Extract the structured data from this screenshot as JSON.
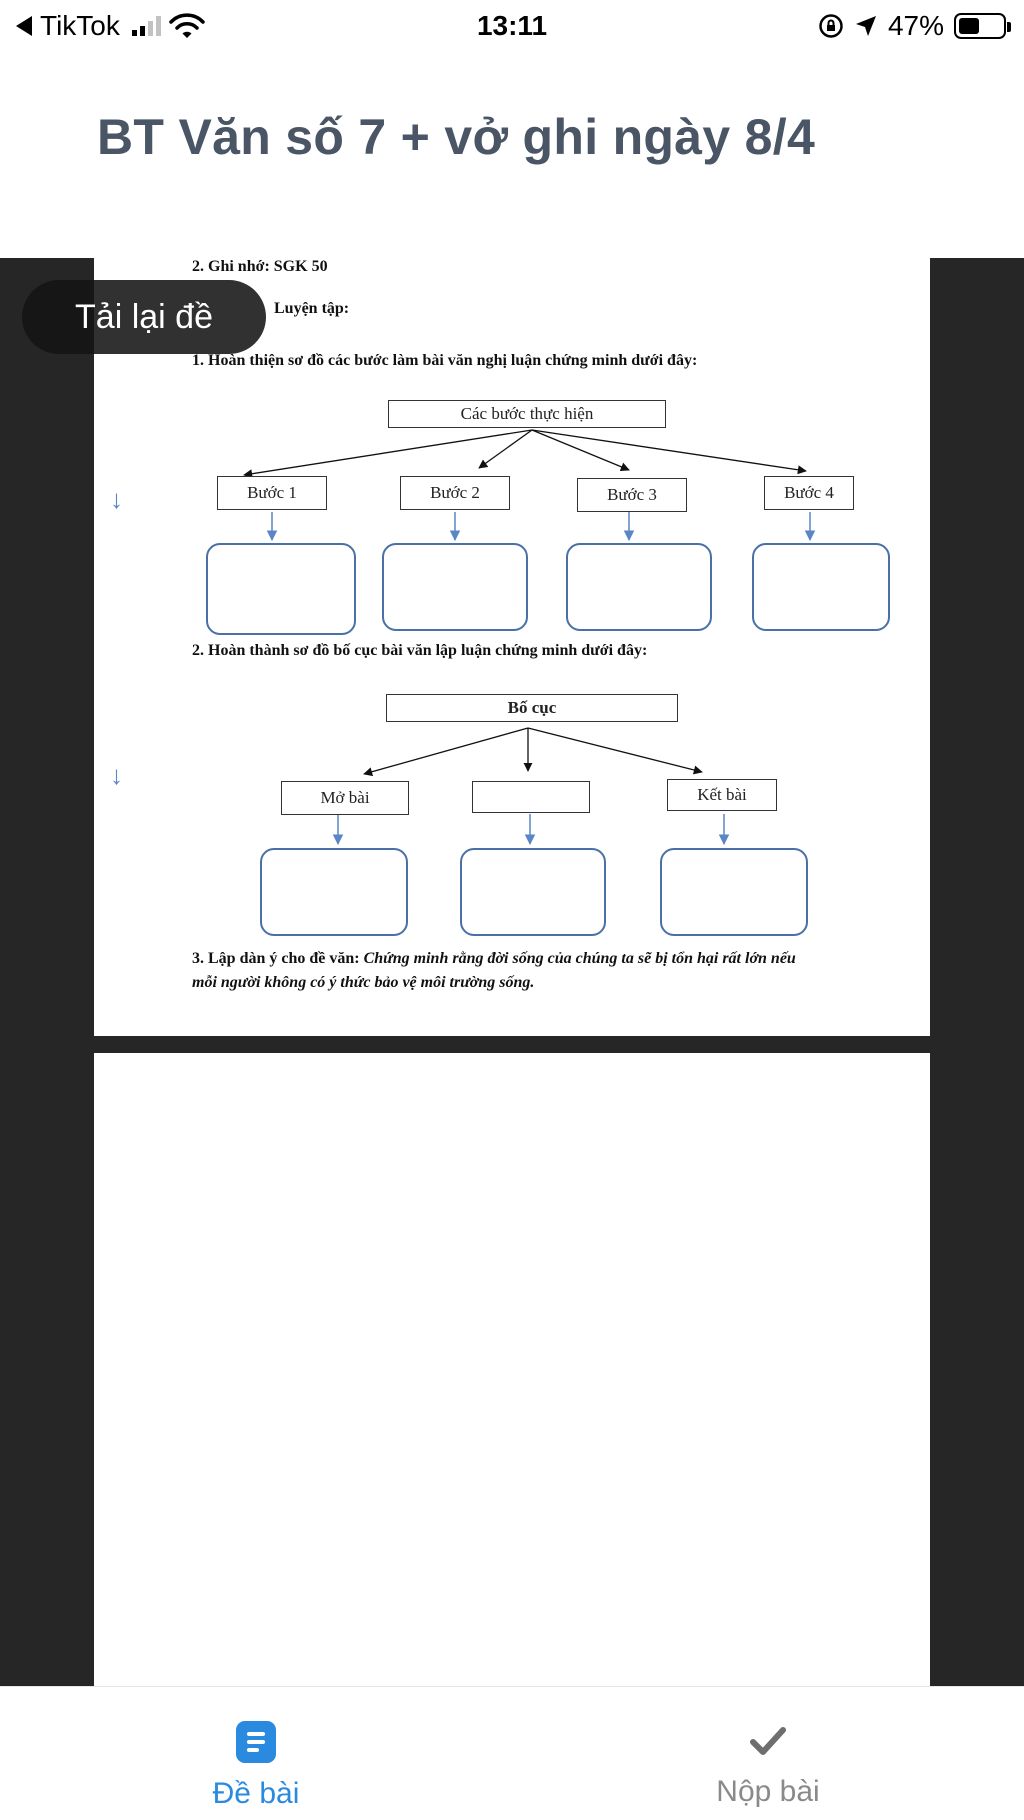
{
  "status_bar": {
    "back_app": "TikTok",
    "time": "13:11",
    "battery": "47%",
    "battery_level": 0.47
  },
  "title": "BT Văn số 7 + vở ghi ngày 8/4",
  "reload_button": "Tải lại đề",
  "document": {
    "line1": "2. Ghi nhớ: SGK 50",
    "line2": "Luyện tập:",
    "line3": "1. Hoàn thiện sơ đồ các bước làm bài văn nghị luận chứng minh dưới đây:",
    "diagram1": {
      "root": "Các bước thực hiện",
      "steps": [
        "Bước 1",
        "Bước 2",
        "Bước 3",
        "Bước 4"
      ]
    },
    "line4": "2. Hoàn thành sơ đồ bố cục bài văn lập luận chứng minh dưới đây:",
    "diagram2": {
      "root": "Bố cục",
      "parts": [
        "Mở bài",
        "",
        "Kết bài"
      ]
    },
    "line5_prefix": "3.  Lập dàn ý cho đề văn:",
    "line5_italic": "Chứng minh rằng đời sống của chúng ta sẽ bị tổn hại rất lớn nếu",
    "line6_italic": "mỗi người không có ý thức bảo vệ môi trường sống."
  },
  "tabs": [
    {
      "label": "Đề bài",
      "icon": "document-icon",
      "active": true
    },
    {
      "label": "Nộp bài",
      "icon": "check-icon",
      "active": false
    }
  ],
  "colors": {
    "accent": "#2a8ae0",
    "title": "#4a5565",
    "viewer_bg": "#262626",
    "diagram_blue": "#4a70a8"
  }
}
